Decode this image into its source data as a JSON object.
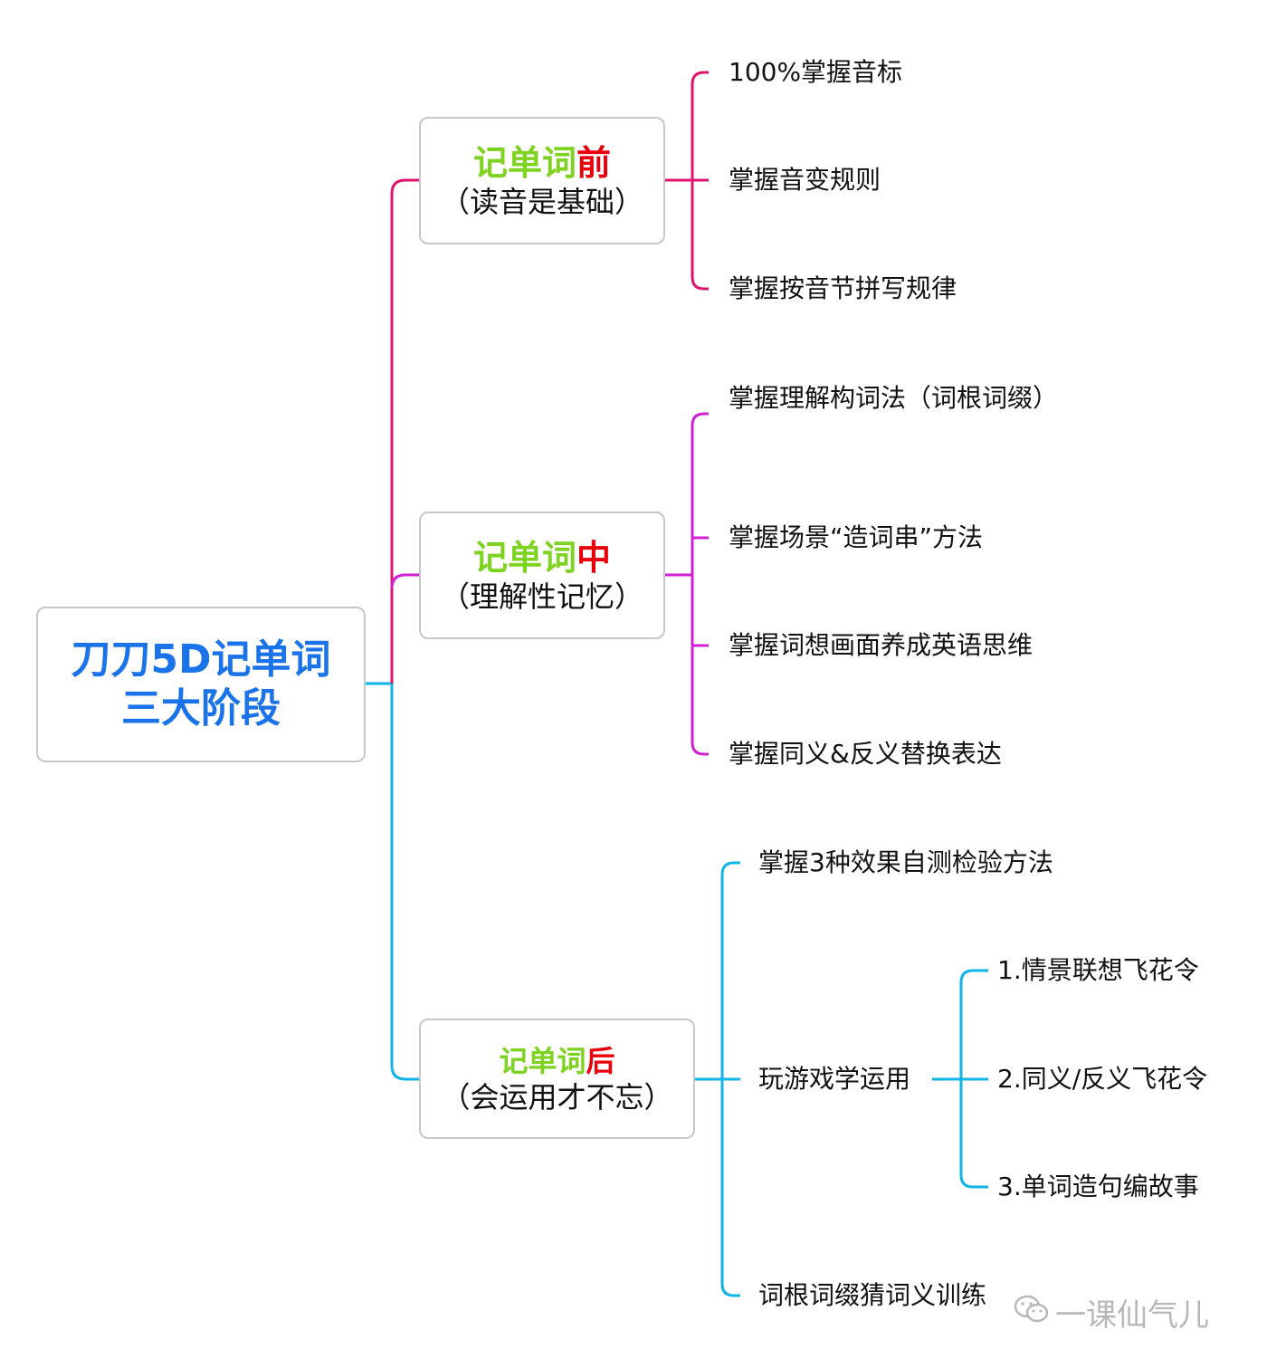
{
  "root": {
    "line1": "刀刀5D记单词",
    "line2": "三大阶段"
  },
  "stages": [
    {
      "title_main": "记单词",
      "title_suffix": "前",
      "subtitle": "（读音是基础）",
      "color": "#e0126d",
      "leaves": [
        "100%掌握音标",
        "掌握音变规则",
        "掌握按音节拼写规律"
      ]
    },
    {
      "title_main": "记单词",
      "title_suffix": "中",
      "subtitle": "（理解性记忆）",
      "color": "#d21fd6",
      "leaves": [
        "掌握理解构词法（词根词缀）",
        "掌握场景“造词串”方法",
        "掌握词想画面养成英语思维",
        "掌握同义&反义替换表达"
      ]
    },
    {
      "title_main": "记单词",
      "title_suffix": "后",
      "subtitle": "（会运用才不忘）",
      "color": "#11b4e6",
      "leaves": [
        "掌握3种效果自测检验方法",
        "玩游戏学运用",
        "词根词缀猜词义训练"
      ],
      "game_children": [
        "1.情景联想飞花令",
        "2.同义/反义飞花令",
        "3.单词造句编故事"
      ]
    }
  ],
  "watermark": {
    "icon": "wechat-icon",
    "text": "一课仙气儿"
  },
  "colors": {
    "root_text": "#1a73e8",
    "title_green": "#7ed321",
    "title_red": "#e8000b"
  }
}
